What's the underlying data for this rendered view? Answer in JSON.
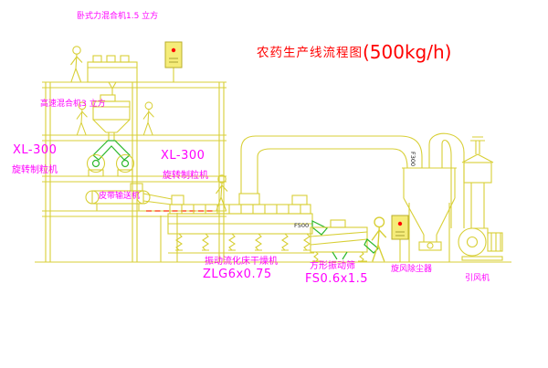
{
  "title": {
    "text": "农药生产线流程图",
    "capacity": "(500kg/h)"
  },
  "labels": {
    "horizontal_mixer": "卧式力混合机1.5 立方",
    "high_speed_mixer": "高速混合机3 立方",
    "granulator_left_model": "XL-300",
    "granulator_left_name": "旋转制粒机",
    "granulator_right_model": "XL-300",
    "granulator_right_name": "旋转制粒机",
    "belt_conveyor": "皮带输送机",
    "dryer_name": "振动流化床干燥机",
    "dryer_model": "ZLG6x0.75",
    "sieve_name": "方形振动筛",
    "sieve_model": "FS0.6x1.5",
    "cyclone": "旋风除尘器",
    "fan": "引风机"
  },
  "annotations": {
    "duct_dim": "F300",
    "outlet_dim": "F500"
  },
  "colors": {
    "linework": "#d8cf35",
    "accent_green": "#2db82d",
    "label_magenta": "#ff00ff",
    "title_red": "#ff0000",
    "panel_fill": "#f5ec79"
  }
}
